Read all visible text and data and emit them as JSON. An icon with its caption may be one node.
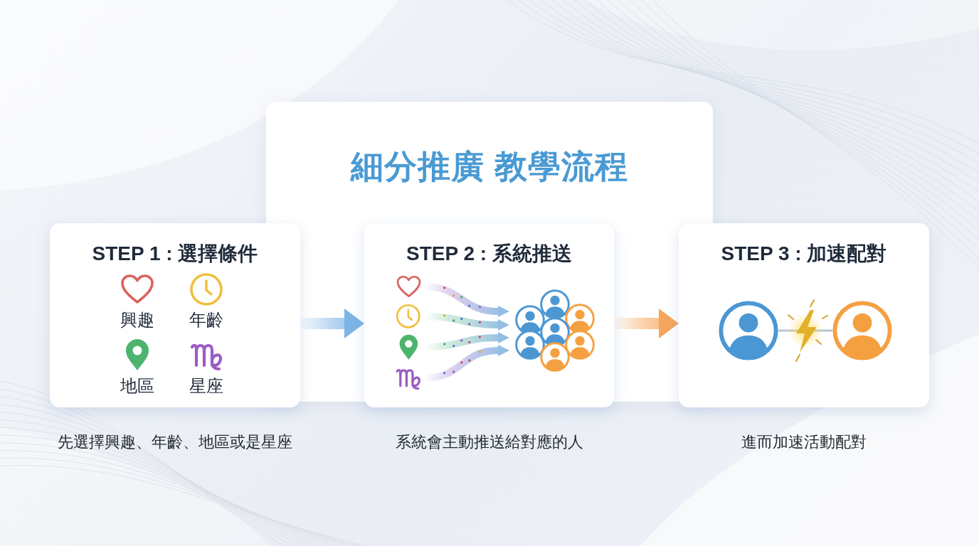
{
  "diagram": {
    "title": "細分推廣 教學流程",
    "nodes": [
      {
        "text": [
          "STEP 1 : 選擇條件",
          "興趣",
          "年齡",
          "地區",
          "星座"
        ],
        "beside": [
          "先選擇興趣、年齡、地區或是星座"
        ]
      },
      {
        "text": [
          "STEP 2 : 系統推送"
        ],
        "beside": [
          "系統會主動推送給對應的人"
        ]
      },
      {
        "text": [
          "STEP 3 : 加速配對"
        ],
        "beside": [
          "進而加速活動配對"
        ]
      }
    ],
    "edges": [
      {
        "from": 0,
        "to": 1,
        "arrow": "to",
        "color": "#7db4e6"
      },
      {
        "from": 1,
        "to": 2,
        "arrow": "to",
        "color": "#f5a65b"
      }
    ]
  }
}
